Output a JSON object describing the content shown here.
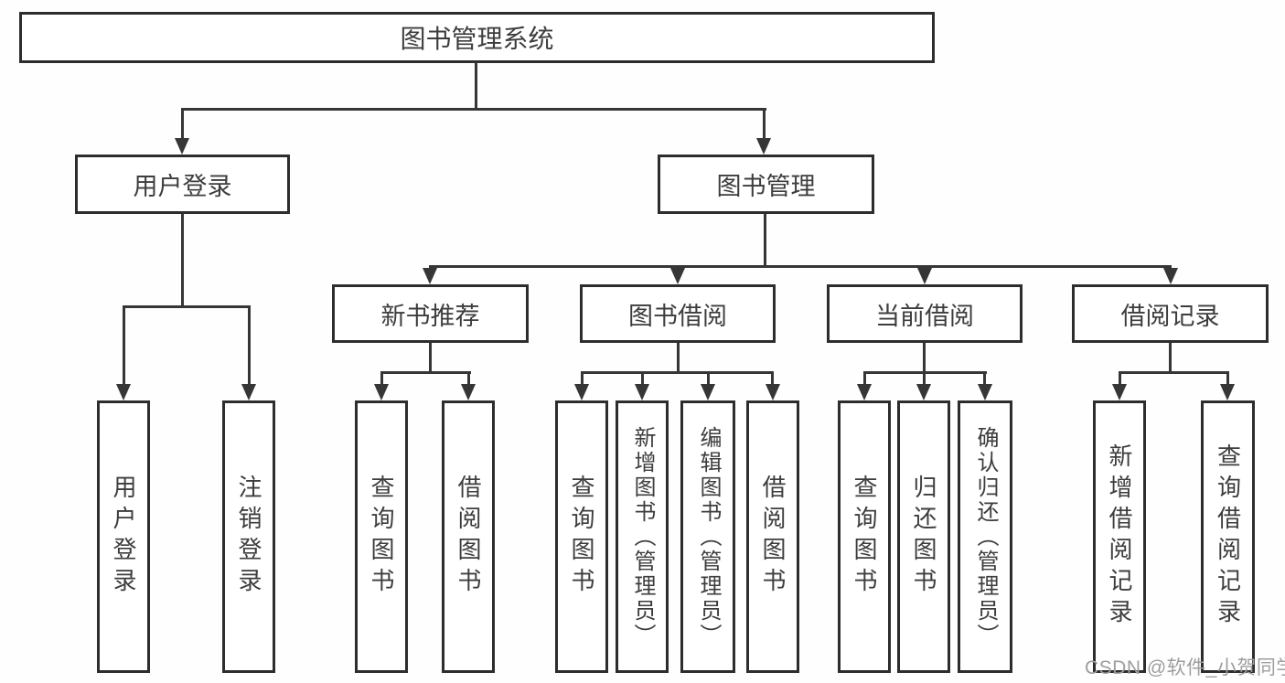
{
  "nodes": {
    "root": "图书管理系统",
    "user_login_group": "用户登录",
    "book_management": "图书管理",
    "new_book_recommendation": "新书推荐",
    "book_borrowing": "图书借阅",
    "current_borrowing": "当前借阅",
    "borrowing_records": "借阅记录",
    "user_login": "用户登录",
    "logout": "注销登录",
    "query_books_1": "查询图书",
    "borrow_books_1": "借阅图书",
    "query_books_2": "查询图书",
    "add_book_admin": "新增图书（管理员）",
    "edit_book_admin": "编辑图书（管理员）",
    "borrow_books_2": "借阅图书",
    "query_books_3": "查询图书",
    "return_book": "归还图书",
    "confirm_return_admin": "确认归还（管理员）",
    "add_borrow_record": "新增借阅记录",
    "query_borrow_record": "查询借阅记录"
  },
  "hierarchy": {
    "图书管理系统": {
      "用户登录": [
        "用户登录",
        "注销登录"
      ],
      "图书管理": {
        "新书推荐": [
          "查询图书",
          "借阅图书"
        ],
        "图书借阅": [
          "查询图书",
          "新增图书（管理员）",
          "编辑图书（管理员）",
          "借阅图书"
        ],
        "当前借阅": [
          "查询图书",
          "归还图书",
          "确认归还（管理员）"
        ],
        "借阅记录": [
          "新增借阅记录",
          "查询借阅记录"
        ]
      }
    }
  },
  "watermark": "CSDN @软件_小贺同学",
  "colors": {
    "line": "#363636",
    "border": "#2d2d2d",
    "text": "#3d3d3d",
    "watermark": "#9e9e9e",
    "background": "#fefefe"
  }
}
